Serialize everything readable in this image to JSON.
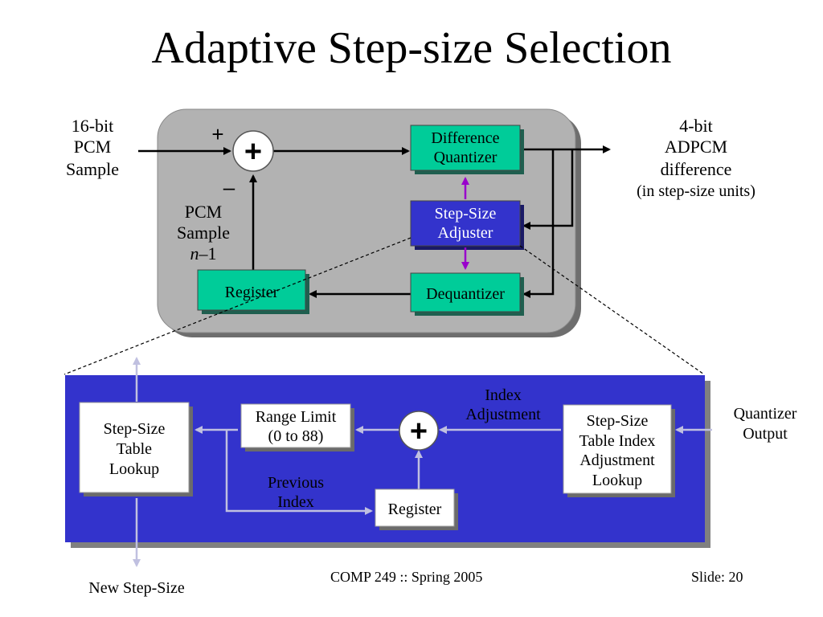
{
  "slide": {
    "title": "Adaptive Step-size Selection",
    "footer_course": "COMP 249 :: Spring 2005",
    "footer_slide": "Slide: 20"
  },
  "top_diagram": {
    "input_label": [
      "16-bit",
      "PCM",
      "Sample"
    ],
    "output_label": [
      "4-bit",
      "ADPCM",
      "difference",
      "(in step-size units)"
    ],
    "plus_sign": "+",
    "minus_sign": "–",
    "adder_symbol": "+",
    "feedback_label_line1": "PCM",
    "feedback_label_line2": "Sample",
    "feedback_label_var": "n",
    "feedback_label_suffix": "–1",
    "diff_quantizer": [
      "Difference",
      "Quantizer"
    ],
    "step_size_adjuster": [
      "Step-Size",
      "Adjuster"
    ],
    "dequantizer": "Dequantizer",
    "register": "Register"
  },
  "bottom_diagram": {
    "step_size_table_lookup": [
      "Step-Size",
      "Table",
      "Lookup"
    ],
    "range_limit": [
      "Range Limit",
      "(0 to 88)"
    ],
    "adder_symbol": "+",
    "index_adjustment": [
      "Index",
      "Adjustment"
    ],
    "index_adjustment_lookup": [
      "Step-Size",
      "Table Index",
      "Adjustment",
      "Lookup"
    ],
    "quantizer_output": [
      "Quantizer",
      "Output"
    ],
    "previous_index": [
      "Previous",
      "Index"
    ],
    "register": "Register",
    "new_step_size": "New Step-Size"
  },
  "colors": {
    "green_box": "#00cc99",
    "adjuster_blue": "#3333cc",
    "panel_gray": "#b2b2b2",
    "bottom_panel": "#3333cc",
    "arrow_light": "#c0c0e0",
    "purple_arrow": "#9900cc"
  }
}
